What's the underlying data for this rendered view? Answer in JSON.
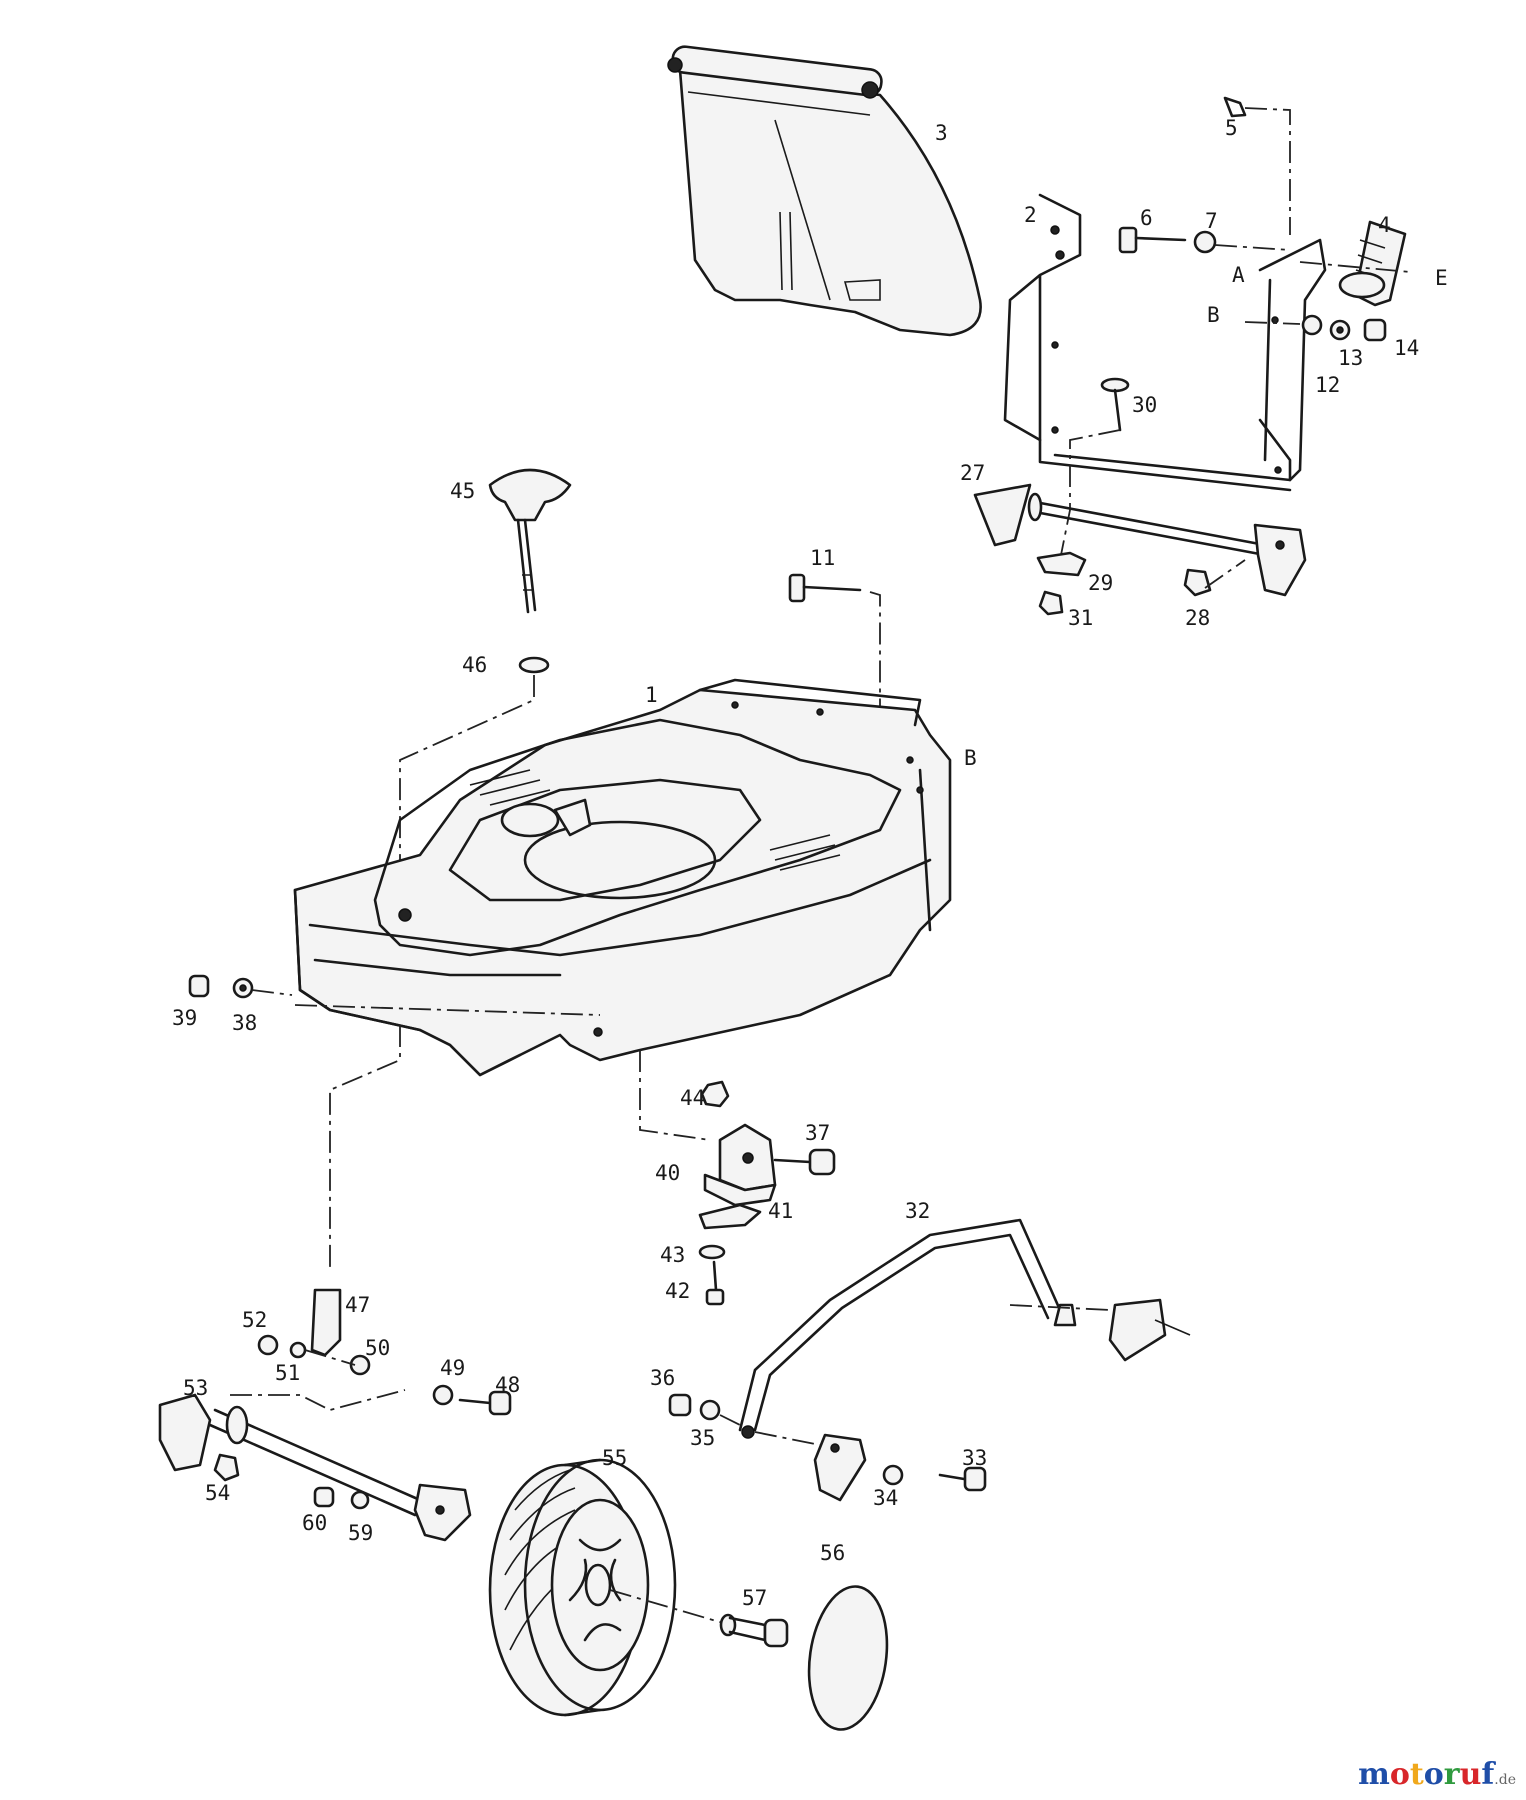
{
  "diagram": {
    "part_numbers": {
      "p1": "1",
      "p2": "2",
      "p3": "3",
      "p4": "4",
      "p5": "5",
      "p6": "6",
      "p7": "7",
      "p11": "11",
      "p12": "12",
      "p13": "13",
      "p14": "14",
      "p27": "27",
      "p28": "28",
      "p29": "29",
      "p30": "30",
      "p31": "31",
      "p32": "32",
      "p33": "33",
      "p34": "34",
      "p35": "35",
      "p36": "36",
      "p37": "37",
      "p38": "38",
      "p39": "39",
      "p40": "40",
      "p41": "41",
      "p42": "42",
      "p43": "43",
      "p44": "44",
      "p45": "45",
      "p46": "46",
      "p47": "47",
      "p48": "48",
      "p49": "49",
      "p50": "50",
      "p51": "51",
      "p52": "52",
      "p53": "53",
      "p54": "54",
      "p55": "55",
      "p56": "56",
      "p57": "57",
      "p59": "59",
      "p60": "60"
    },
    "reference_marks": {
      "a_mark": "A",
      "b_mark_1": "B",
      "b_mark_2": "B",
      "e_mark": "E"
    }
  },
  "watermark": {
    "text": "motoruf",
    "suffix": ".de",
    "colors": [
      "#1f4ea8",
      "#d8262a",
      "#f0a81c",
      "#1f4ea8",
      "#2f9a3e",
      "#d8262a",
      "#1f4ea8"
    ]
  }
}
